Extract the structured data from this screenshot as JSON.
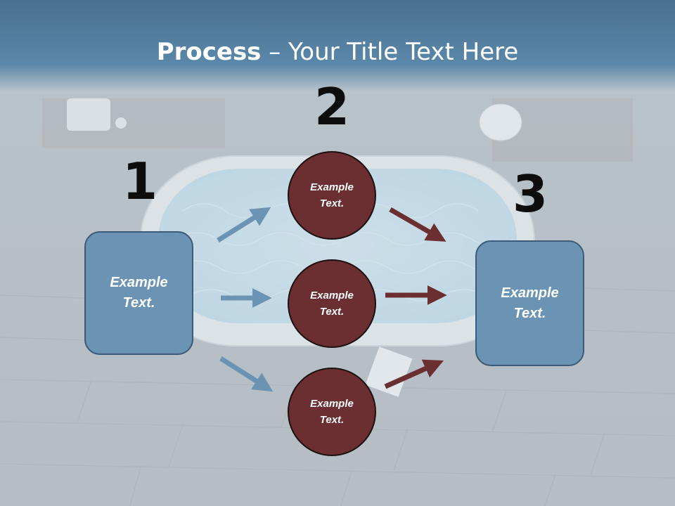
{
  "title": {
    "bold": "Process",
    "rest": " – Your Title Text Here"
  },
  "steps": {
    "one": "1",
    "two": "2",
    "three": "3"
  },
  "input_box": {
    "label": "Example Text."
  },
  "output_box": {
    "label": "Example Text."
  },
  "circles": [
    {
      "label": "Example Text."
    },
    {
      "label": "Example Text."
    },
    {
      "label": "Example Text."
    }
  ],
  "colors": {
    "header": "#5a87a8",
    "box": "#6b93b3",
    "circle": "#6b2f31",
    "arrow_in": "#6b93b3",
    "arrow_out": "#6b2f31"
  },
  "background": "bathtub-photo"
}
